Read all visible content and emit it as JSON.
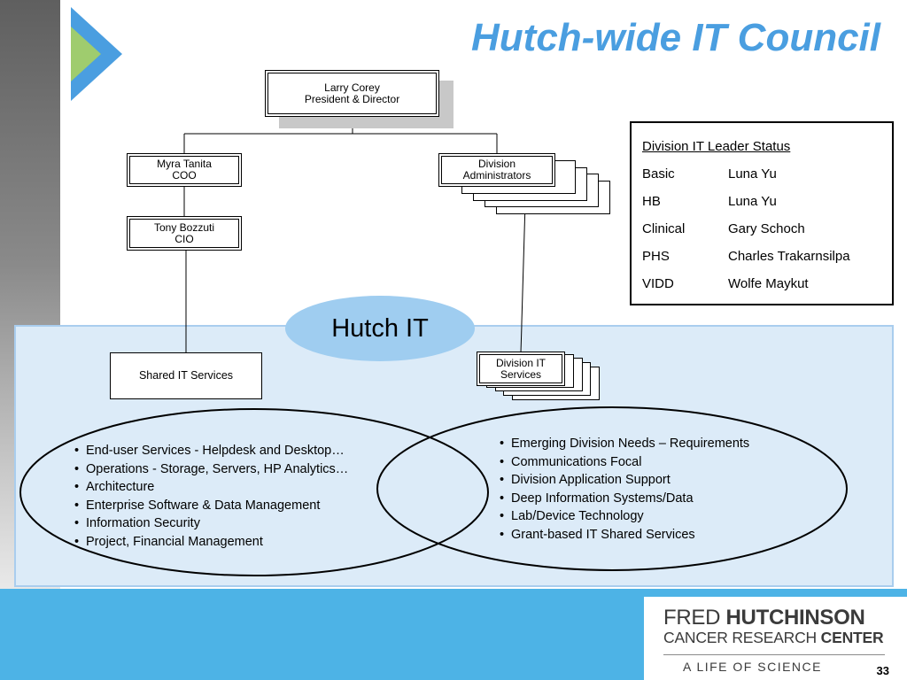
{
  "slide": {
    "title": "Hutch-wide IT Council",
    "page_number": "33"
  },
  "org": {
    "president": "Larry Corey\nPresident & Director",
    "coo": "Myra Tanita\nCOO",
    "cio": "Tony Bozzuti\nCIO",
    "division_admins": "Division\nAdministrators",
    "shared_services": "Shared IT Services",
    "division_services": "Division IT\nServices"
  },
  "status": {
    "heading": "Division IT Leader Status",
    "rows": [
      {
        "division": "Basic",
        "leader": "Luna Yu"
      },
      {
        "division": "HB",
        "leader": "Luna Yu"
      },
      {
        "division": "Clinical",
        "leader": "Gary Schoch"
      },
      {
        "division": "PHS",
        "leader": "Charles Trakarnsilpa"
      },
      {
        "division": "VIDD",
        "leader": "Wolfe Maykut"
      }
    ]
  },
  "hutch_it": {
    "label": "Hutch IT",
    "shared_items": [
      "End-user Services - Helpdesk and Desktop…",
      "Operations - Storage, Servers, HP Analytics…",
      "Architecture",
      "Enterprise Software & Data Management",
      "Information Security",
      "Project, Financial Management"
    ],
    "division_items": [
      "Emerging Division Needs – Requirements",
      "Communications Focal",
      "Division Application Support",
      "Deep Information Systems/Data",
      "Lab/Device Technology",
      "Grant-based IT Shared Services"
    ]
  },
  "logo": {
    "line1_light": "FRED ",
    "line1_bold": "HUTCHINSON",
    "line2_light": "CANCER RESEARCH ",
    "line2_bold": "CENTER",
    "tagline": "A LIFE OF SCIENCE"
  },
  "colors": {
    "title": "#4a9ee0",
    "chevron_blue": "#4a9ee0",
    "chevron_green": "#9fcc6e",
    "panel": "#dcebf8",
    "bubble": "#9fcdf0",
    "footer": "#4db3e6"
  }
}
